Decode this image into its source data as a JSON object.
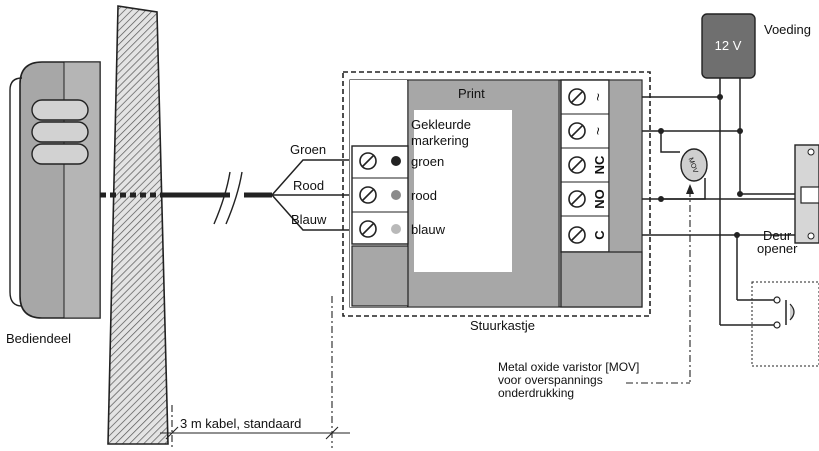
{
  "labels": {
    "voeding": "Voeding",
    "voltage": "12 V",
    "print": "Print",
    "marking_line1": "Gekleurde",
    "marking_line2": "markering",
    "marking_groen": "groen",
    "marking_rood": "rood",
    "marking_blauw": "blauw",
    "wire_groen": "Groen",
    "wire_rood": "Rood",
    "wire_blauw": "Blauw",
    "terminal_1": "~",
    "terminal_2": "~",
    "terminal_nc": "NC",
    "terminal_no": "NO",
    "terminal_c": "C",
    "mov_chip": "MOV",
    "deur": "Deur",
    "opener": "opener",
    "stuurkastje": "Stuurkastje",
    "bediendeel": "Bediendeel",
    "mov_line1": "Metal oxide varistor [MOV]",
    "mov_line2": "voor overspannings",
    "mov_line3": "onderdrukking",
    "cable": "3 m  kabel, standaard"
  },
  "colors": {
    "ink": "#1a1a1a",
    "panel": "#a7a7a7",
    "power_supply": "#6f6f6f",
    "wall_hatch": "#555555",
    "dot_groen": "#222222",
    "dot_rood": "#8a8a8a",
    "dot_blauw": "#b9b9b9"
  }
}
